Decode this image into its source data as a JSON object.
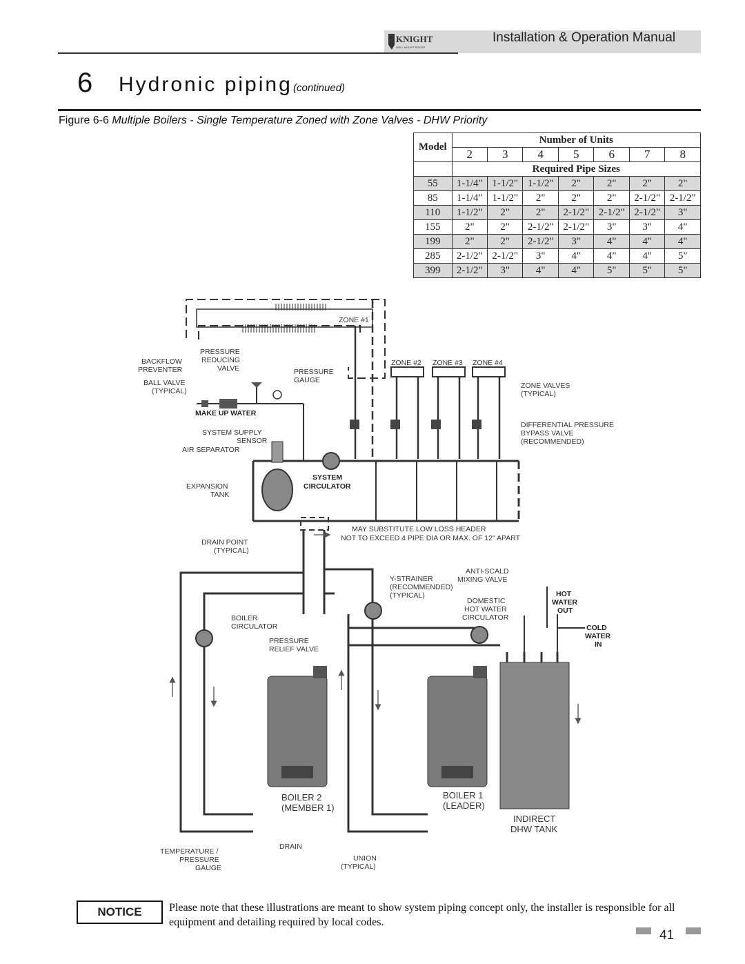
{
  "header": {
    "title": "Installation & Operation Manual",
    "logo_text": "KNIGHT",
    "logo_sub": "WALL MOUNT BOILER"
  },
  "section": {
    "number": "6",
    "title": "Hydronic piping",
    "subtitle": "(continued)"
  },
  "figure": {
    "label": "Figure 6-6",
    "caption": "Multiple Boilers - Single Temperature Zoned with Zone Valves - DHW Priority"
  },
  "table": {
    "model_label": "Model",
    "units_header": "Number of Units",
    "sizes_header": "Required Pipe Sizes",
    "units": [
      "2",
      "3",
      "4",
      "5",
      "6",
      "7",
      "8"
    ],
    "rows": [
      {
        "model": "55",
        "sizes": [
          "1-1/4\"",
          "1-1/2\"",
          "1-1/2\"",
          "2\"",
          "2\"",
          "2\"",
          "2\""
        ]
      },
      {
        "model": "85",
        "sizes": [
          "1-1/4\"",
          "1-1/2\"",
          "2\"",
          "2\"",
          "2\"",
          "2-1/2\"",
          "2-1/2\""
        ]
      },
      {
        "model": "110",
        "sizes": [
          "1-1/2\"",
          "2\"",
          "2\"",
          "2-1/2\"",
          "2-1/2\"",
          "2-1/2\"",
          "3\""
        ]
      },
      {
        "model": "155",
        "sizes": [
          "2\"",
          "2\"",
          "2-1/2\"",
          "2-1/2\"",
          "3\"",
          "3\"",
          "4\""
        ]
      },
      {
        "model": "199",
        "sizes": [
          "2\"",
          "2\"",
          "2-1/2\"",
          "3\"",
          "4\"",
          "4\"",
          "4\""
        ]
      },
      {
        "model": "285",
        "sizes": [
          "2-1/2\"",
          "2-1/2\"",
          "3\"",
          "4\"",
          "4\"",
          "4\"",
          "5\""
        ]
      },
      {
        "model": "399",
        "sizes": [
          "2-1/2\"",
          "3\"",
          "4\"",
          "4\"",
          "5\"",
          "5\"",
          "5\""
        ]
      }
    ]
  },
  "diagram": {
    "zone1": "ZONE #1",
    "zone2": "ZONE #2",
    "zone3": "ZONE #3",
    "zone4": "ZONE #4",
    "backflow_1": "BACKFLOW",
    "backflow_2": "PREVENTER",
    "prv_1": "PRESSURE",
    "prv_2": "REDUCING",
    "prv_3": "VALVE",
    "pg_1": "PRESSURE",
    "pg_2": "GAUGE",
    "ball_1": "BALL VALVE",
    "ball_2": "(TYPICAL)",
    "makeup": "MAKE UP WATER",
    "zone_valves_1": "ZONE VALVES",
    "zone_valves_2": "(TYPICAL)",
    "dpbv_1": "DIFFERENTIAL PRESSURE",
    "dpbv_2": "BYPASS VALVE",
    "dpbv_3": "(RECOMMENDED)",
    "sss_1": "SYSTEM SUPPLY",
    "sss_2": "SENSOR",
    "air_sep": "AIR SEPARATOR",
    "syscirc_1": "SYSTEM",
    "syscirc_2": "CIRCULATOR",
    "exp_1": "EXPANSION",
    "exp_2": "TANK",
    "llh": "MAY SUBSTITUTE LOW LOSS HEADER",
    "spacing": "NOT TO EXCEED 4 PIPE DIA OR MAX. OF 12\" APART",
    "drain_pt_1": "DRAIN POINT",
    "drain_pt_2": "(TYPICAL)",
    "antiscald_1": "ANTI-SCALD",
    "antiscald_2": "MIXING VALVE",
    "ystrainer_1": "Y-STRAINER",
    "ystrainer_2": "(RECOMMENDED)",
    "ystrainer_3": "(TYPICAL)",
    "dhwcirc_1": "DOMESTIC",
    "dhwcirc_2": "HOT WATER",
    "dhwcirc_3": "CIRCULATOR",
    "hot_1": "HOT",
    "hot_2": "WATER",
    "hot_3": "OUT",
    "cold_1": "COLD",
    "cold_2": "WATER",
    "cold_3": "IN",
    "bcirc_1": "BOILER",
    "bcirc_2": "CIRCULATOR",
    "prelief_1": "PRESSURE",
    "prelief_2": "RELIEF VALVE",
    "boiler2_1": "BOILER 2",
    "boiler2_2": "(MEMBER 1)",
    "boiler1_1": "BOILER 1",
    "boiler1_2": "(LEADER)",
    "dhw_1": "INDIRECT",
    "dhw_2": "DHW TANK",
    "tpg_1": "TEMPERATURE /",
    "tpg_2": "PRESSURE",
    "tpg_3": "GAUGE",
    "drain": "DRAIN",
    "union_1": "UNION",
    "union_2": "(TYPICAL)"
  },
  "notice": {
    "label": "NOTICE",
    "text": "Please note that these illustrations are meant to show system piping concept only, the installer is responsible for all equipment and detailing required by local codes."
  },
  "page_number": "41"
}
